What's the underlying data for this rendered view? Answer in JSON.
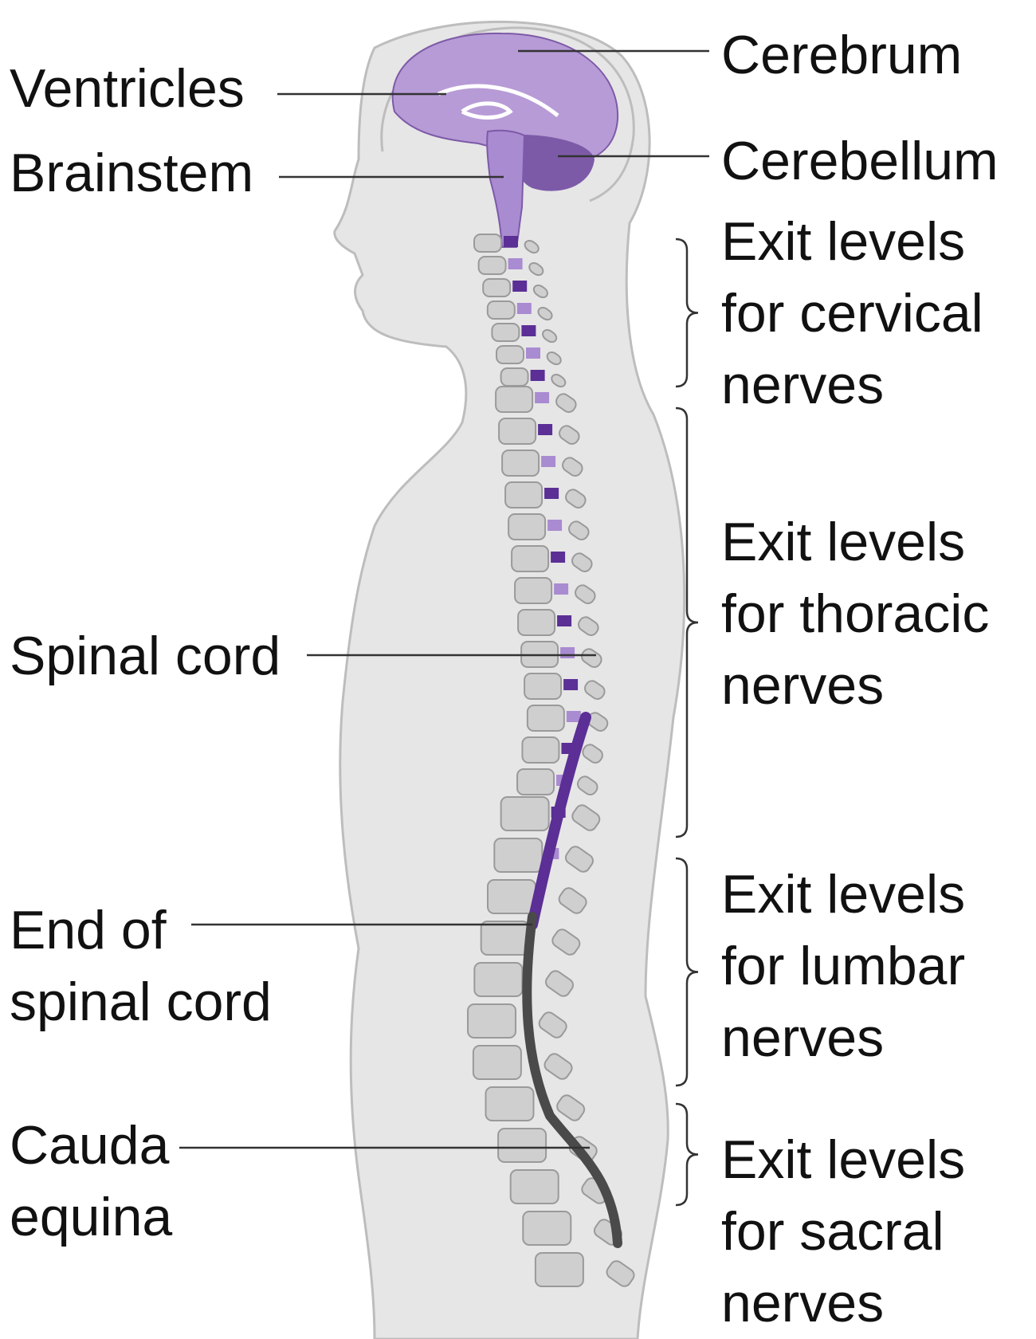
{
  "labels": {
    "cerebrum": "Cerebrum",
    "ventricles": "Ventricles",
    "cerebellum": "Cerebellum",
    "brainstem": "Brainstem",
    "spinal_cord": "Spinal cord",
    "end_of_spinal_cord": [
      "End of",
      "spinal cord"
    ],
    "cauda_equina": [
      "Cauda",
      "equina"
    ],
    "cervical": [
      "Exit levels",
      "for cervical",
      "nerves"
    ],
    "thoracic": [
      "Exit levels",
      "for thoracic",
      "nerves"
    ],
    "lumbar": [
      "Exit levels",
      "for lumbar",
      "nerves"
    ],
    "sacral": [
      "Exit levels",
      "for sacral",
      "nerves"
    ]
  },
  "colors": {
    "body_fill": "#e6e6e6",
    "body_outline": "#bdbdbd",
    "brain": "#b79bd6",
    "brain_dark": "#7d5aa8",
    "cord_light": "#a98bd1",
    "cord_dark": "#5b2f95",
    "cauda": "#4a4a4a",
    "vertebra": "#cfcfcf",
    "vertebra_outline": "#9a9a9a",
    "leader_line": "#333333"
  }
}
